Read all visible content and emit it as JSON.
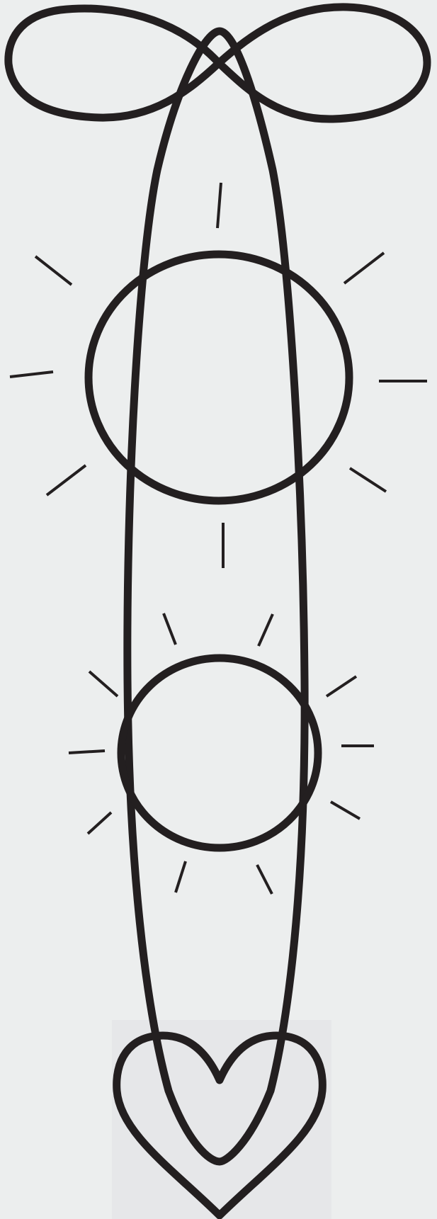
{
  "colors": {
    "background": "#eceeee",
    "heart_panel": "#e6e7e9",
    "stroke": "#231f20"
  },
  "symbols": {
    "top_loop": "infinity-loop",
    "upper_circle": "sun-circle",
    "lower_circle": "sun-circle",
    "bottom": "heart"
  },
  "sun_rays": {
    "upper_circle_count": 8,
    "lower_circle_count": 10
  }
}
